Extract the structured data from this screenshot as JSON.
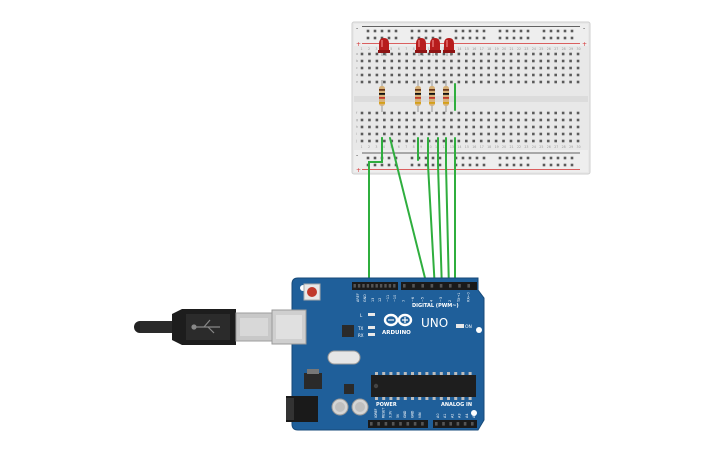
{
  "breadboard": {
    "column_count": 30,
    "row_letters_top": [
      "a",
      "b",
      "c",
      "d",
      "e"
    ],
    "row_letters_bottom": [
      "f",
      "g",
      "h",
      "i",
      "j"
    ],
    "rail_minus": "-",
    "rail_plus": "+"
  },
  "components": {
    "leds": [
      {
        "label": "LED",
        "color": "#b71c1c"
      },
      {
        "label": "LED",
        "color": "#b71c1c"
      },
      {
        "label": "LED",
        "color": "#b71c1c"
      },
      {
        "label": "LED",
        "color": "#b71c1c"
      }
    ],
    "resistor_count": 4,
    "wire_color": "#2fae3e"
  },
  "arduino": {
    "logo_text": "ARDUINO",
    "model": "UNO",
    "digital_header_label": "DIGITAL (PWM~)",
    "aref_label": "AREF",
    "gnd_label": "GND",
    "digital_pins": [
      "13",
      "12",
      "~11",
      "~10",
      "~9",
      "8",
      "7",
      "~6",
      "~5",
      "4",
      "~3",
      "2",
      "TX→1",
      "RX←0"
    ],
    "power_label": "POWER",
    "power_pins": [
      "IOREF",
      "RESET",
      "3.3V",
      "5V",
      "GND",
      "GND",
      "VIN"
    ],
    "analog_label": "ANALOG IN",
    "analog_pins": [
      "A0",
      "A1",
      "A2",
      "A3",
      "A4",
      "A5"
    ],
    "led_labels": [
      "L",
      "TX",
      "RX"
    ],
    "on_label": "ON",
    "board_color": "#1f5f9a"
  }
}
